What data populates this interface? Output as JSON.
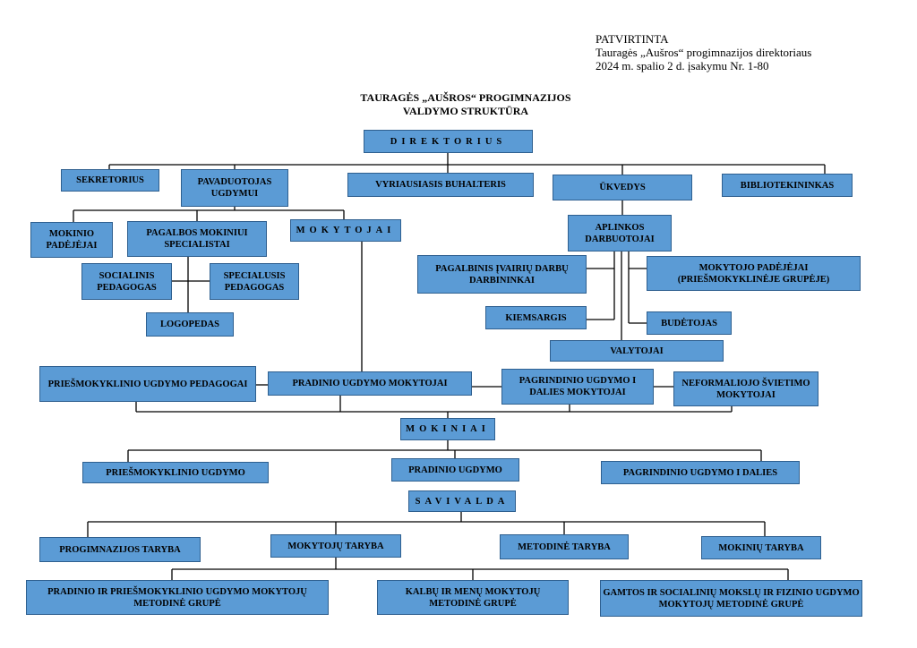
{
  "approval": {
    "line1": "PATVIRTINTA",
    "line2": "Tauragės „Aušros“ progimnazijos direktoriaus",
    "line3": "2024 m. spalio 2 d. įsakymu Nr. 1-80"
  },
  "title": {
    "line1": "TAURAGĖS „AUŠROS“ PROGIMNAZIJOS",
    "line2": "VALDYMO STRUKTŪRA"
  },
  "nodes": {
    "direktorius": "DIREKTORIUS",
    "sekretorius": "SEKRETORIUS",
    "pavaduotojas": "PAVADUOTOJAS UGDYMUI",
    "buhalteris": "VYRIAUSIASIS BUHALTERIS",
    "ukvedys": "ŪKVEDYS",
    "bibliotekininkas": "BIBLIOTEKININKAS",
    "mokinio_padejejai": "MOKINIO PADĖJĖJAI",
    "pagalbos_specialistai": "PAGALBOS MOKINIUI SPECIALISTAI",
    "mokytojai": "MOKYTOJAI",
    "socialinis_pedagogas": "SOCIALINIS PEDAGOGAS",
    "specialusis_pedagogas": "SPECIALUSIS PEDAGOGAS",
    "logopedas": "LOGOPEDAS",
    "aplinkos_darbuotojai": "APLINKOS DARBUOTOJAI",
    "pagalbinis_darbininkai": "PAGALBINIS ĮVAIRIŲ DARBŲ DARBININKAI",
    "mokytojo_padejejai": "MOKYTOJO PADĖJĖJAI (PRIEŠMOKYKLINĖJE GRUPĖJE)",
    "kiemsargis": "KIEMSARGIS",
    "budetojas": "BUDĖTOJAS",
    "valytojai": "VALYTOJAI",
    "priesmokyklinio_pedagogai": "PRIEŠMOKYKLINIO UGDYMO PEDAGOGAI",
    "pradinio_mokytojai": "PRADINIO UGDYMO MOKYTOJAI",
    "pagrindinio_mokytojai": "PAGRINDINIO UGDYMO I DALIES MOKYTOJAI",
    "neformaliojo_mokytojai": "NEFORMALIOJO ŠVIETIMO MOKYTOJAI",
    "mokiniai": "MOKINIAI",
    "priesmokyklinio_ugdymo": "PRIEŠMOKYKLINIO UGDYMO",
    "pradinio_ugdymo": "PRADINIO UGDYMO",
    "pagrindinio_ugdymo": "PAGRINDINIO UGDYMO I DALIES",
    "savivalda": "SAVIVALDA",
    "progimnazijos_taryba": "PROGIMNAZIJOS TARYBA",
    "mokytoju_taryba": "MOKYTOJŲ TARYBA",
    "metodine_taryba": "METODINĖ TARYBA",
    "mokiniu_taryba": "MOKINIŲ TARYBA",
    "pradinio_grupe": "PRADINIO IR PRIEŠMOKYKLINIO UGDYMO MOKYTOJŲ METODINĖ GRUPĖ",
    "kalbu_grupe": "KALBŲ IR MENŲ MOKYTOJŲ METODINĖ GRUPĖ",
    "gamtos_grupe": "GAMTOS IR SOCIALINIŲ MOKSLŲ IR FIZINIO UGDYMO MOKYTOJŲ METODINĖ GRUPĖ"
  },
  "colors": {
    "box_fill": "#5b9bd5",
    "box_border": "#2e5f8f",
    "line": "#000000"
  }
}
